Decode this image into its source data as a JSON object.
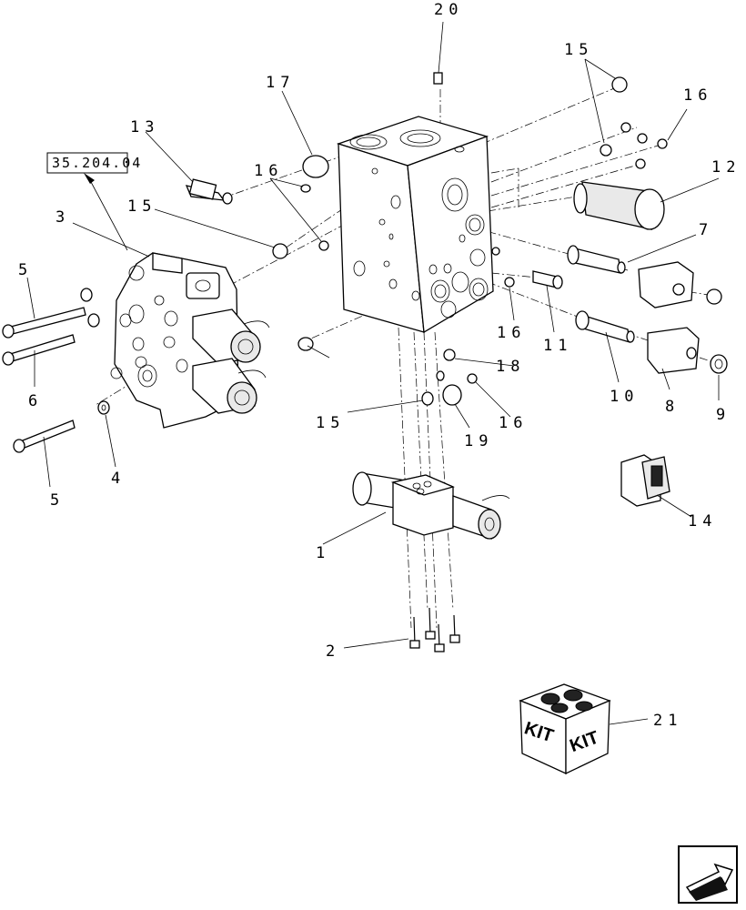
{
  "reference_box": "35.204.04",
  "labels": {
    "l1": "1",
    "l2": "2",
    "l3": "3",
    "l4": "4",
    "l5a": "5",
    "l5b": "5",
    "l6": "6",
    "l7": "7",
    "l8": "8",
    "l9": "9",
    "l10": "10",
    "l11": "11",
    "l12": "12",
    "l13": "13",
    "l14": "14",
    "l15a": "15",
    "l15b": "15",
    "l15c": "15",
    "l16a": "16",
    "l16b": "16",
    "l16c": "16",
    "l16d": "16",
    "l17": "17",
    "l18": "18",
    "l19": "19",
    "l20": "20",
    "l21": "21"
  },
  "kit": {
    "left": "KIT",
    "right": "KIT"
  },
  "nav": {
    "icon": "next-page-arrow-icon"
  }
}
